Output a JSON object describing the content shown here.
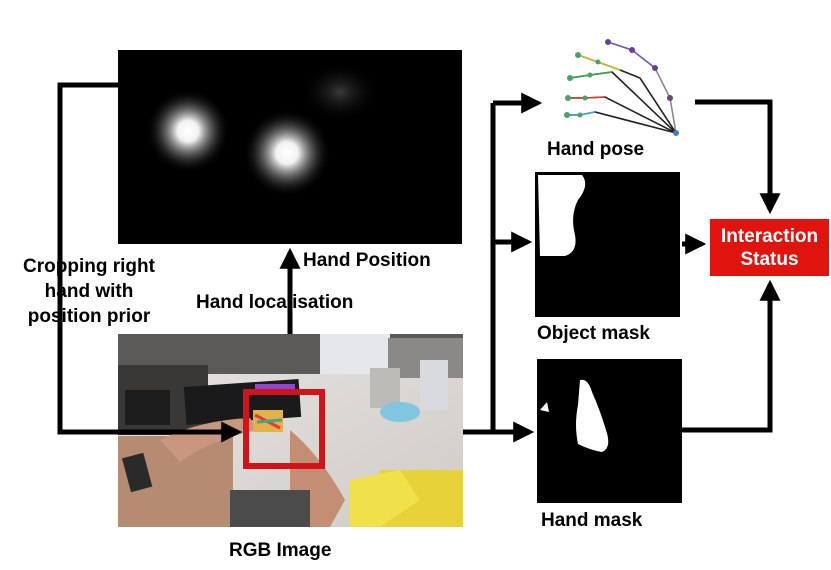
{
  "labels": {
    "hand_pose": "Hand pose",
    "object_mask": "Object mask",
    "hand_mask": "Hand mask",
    "hand_position": "Hand Position",
    "hand_localisation": "Hand localisation",
    "rgb_image": "RGB Image",
    "cropping_line1": "Cropping right",
    "cropping_line2": "hand with",
    "cropping_line3": "position prior",
    "status_line1": "Interaction",
    "status_line2": "Status"
  },
  "colors": {
    "status_box": "#e0140e",
    "crop_box": "#d0141a",
    "arrow": "#000000"
  }
}
